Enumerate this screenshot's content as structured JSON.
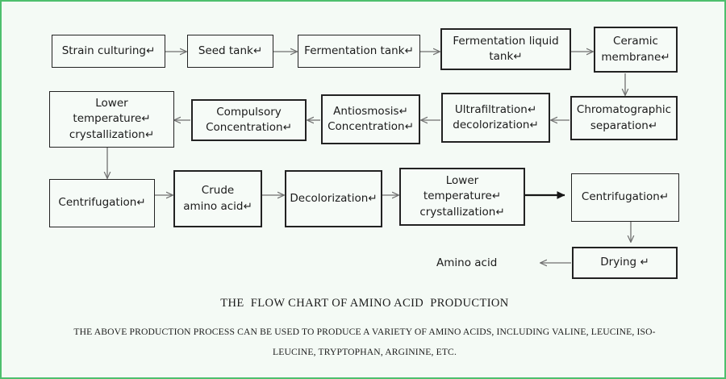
{
  "page": {
    "border_color": "#4dbf6d",
    "background_color": "#f4faf5",
    "box_border_color": "#222222",
    "arrow_color": "#6f6f6f",
    "bold_arrow_color": "#161616"
  },
  "flowchart": {
    "title": "THE  FLOW CHART OF AMINO ACID  PRODUCTION",
    "note_line_1": "THE ABOVE PRODUCTION PROCESS CAN BE USED TO PRODUCE A VARIETY OF AMINO ACIDS, INCLUDING VALINE, LEUCINE, ISO-",
    "note_line_2": "LEUCINE, TRYPTOPHAN, ARGININE, ETC.",
    "nodes": [
      {
        "id": "strain-culturing",
        "label": "Strain culturing↵"
      },
      {
        "id": "seed-tank",
        "label": "Seed tank↵"
      },
      {
        "id": "fermentation-tank",
        "label": "Fermentation tank↵"
      },
      {
        "id": "fermentation-liquid-tank",
        "label": "Fermentation liquid\ntank↵"
      },
      {
        "id": "ceramic-membrane",
        "label": "Ceramic\nmembrane↵"
      },
      {
        "id": "chromatographic-separation",
        "label": "Chromatographic\nseparation↵"
      },
      {
        "id": "ultrafiltration-decolorization",
        "label": "Ultrafiltration↵\ndecolorization↵"
      },
      {
        "id": "antiosmosis-concentration",
        "label": "Antiosmosis↵\nConcentration↵"
      },
      {
        "id": "compulsory-concentration",
        "label": "Compulsory\nConcentration↵"
      },
      {
        "id": "lower-temperature-crystallization-1",
        "label": "Lower\ntemperature↵\ncrystallization↵"
      },
      {
        "id": "centrifugation-1",
        "label": "Centrifugation↵"
      },
      {
        "id": "crude-amino-acid",
        "label": "Crude\namino acid↵"
      },
      {
        "id": "decolorization",
        "label": "Decolorization↵"
      },
      {
        "id": "lower-temperature-crystallization-2",
        "label": "Lower\ntemperature↵\ncrystallization↵"
      },
      {
        "id": "centrifugation-2",
        "label": "Centrifugation↵"
      },
      {
        "id": "drying",
        "label": "Drying ↵"
      }
    ],
    "output_label": "Amino acid",
    "edges": [
      {
        "from": "strain-culturing",
        "to": "seed-tank",
        "direction": "right"
      },
      {
        "from": "seed-tank",
        "to": "fermentation-tank",
        "direction": "right"
      },
      {
        "from": "fermentation-tank",
        "to": "fermentation-liquid-tank",
        "direction": "right"
      },
      {
        "from": "fermentation-liquid-tank",
        "to": "ceramic-membrane",
        "direction": "right"
      },
      {
        "from": "ceramic-membrane",
        "to": "chromatographic-separation",
        "direction": "down"
      },
      {
        "from": "chromatographic-separation",
        "to": "ultrafiltration-decolorization",
        "direction": "left"
      },
      {
        "from": "ultrafiltration-decolorization",
        "to": "antiosmosis-concentration",
        "direction": "left"
      },
      {
        "from": "antiosmosis-concentration",
        "to": "compulsory-concentration",
        "direction": "left"
      },
      {
        "from": "compulsory-concentration",
        "to": "lower-temperature-crystallization-1",
        "direction": "left"
      },
      {
        "from": "lower-temperature-crystallization-1",
        "to": "centrifugation-1",
        "direction": "down"
      },
      {
        "from": "centrifugation-1",
        "to": "crude-amino-acid",
        "direction": "right"
      },
      {
        "from": "crude-amino-acid",
        "to": "decolorization",
        "direction": "right"
      },
      {
        "from": "decolorization",
        "to": "lower-temperature-crystallization-2",
        "direction": "right"
      },
      {
        "from": "lower-temperature-crystallization-2",
        "to": "centrifugation-2",
        "direction": "right",
        "style": "bold"
      },
      {
        "from": "centrifugation-2",
        "to": "drying",
        "direction": "down"
      },
      {
        "from": "drying",
        "to": "amino-acid-output",
        "direction": "left"
      }
    ]
  }
}
